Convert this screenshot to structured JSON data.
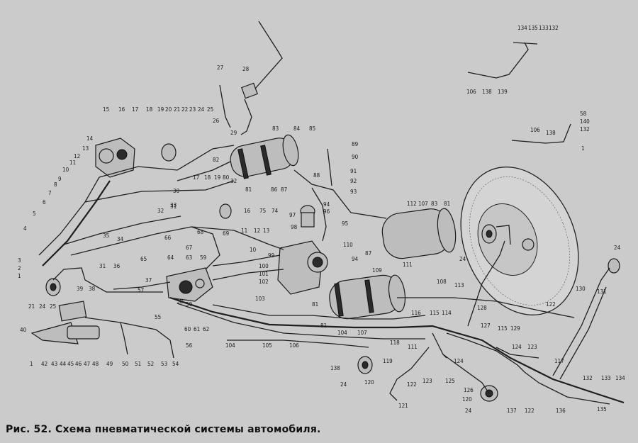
{
  "caption": "Рис. 52. Схема пневматической системы автомобиля.",
  "labels": {
    "l1": "1",
    "l2": "2",
    "l3": "3",
    "l4": "4",
    "l5": "5",
    "l6": "6",
    "l7": "7",
    "l8": "8",
    "l9": "9",
    "l10": "10",
    "l11": "11",
    "l12": "12",
    "l13": "13",
    "l14": "14",
    "l15": "15",
    "l16": "16",
    "l17": "17",
    "l18": "18",
    "l19": "19",
    "l20": "20",
    "l21": "21",
    "l22": "22",
    "l23": "23",
    "l24": "24",
    "l25": "25",
    "l26": "26",
    "l27": "27",
    "l28": "28",
    "l29": "29",
    "l30": "30",
    "l31": "31",
    "l32": "32",
    "l33": "33",
    "l34": "34",
    "l35": "35",
    "l36": "36",
    "l37": "37",
    "l38": "38",
    "l39": "39",
    "l40": "40",
    "l42": "42",
    "l43": "43",
    "l44": "44",
    "l45": "45",
    "l46": "46",
    "l47": "47",
    "l48": "48",
    "l49": "49",
    "l50": "50",
    "l51": "51",
    "l52": "52",
    "l53": "53",
    "l54": "54",
    "l55": "55",
    "l56": "56",
    "l57": "57",
    "l58": "58",
    "l59": "59",
    "l60": "60",
    "l61": "61",
    "l62": "62",
    "l63": "63",
    "l64": "64",
    "l65": "65",
    "l66": "66",
    "l67": "67",
    "l68": "68",
    "l69": "69",
    "l74": "74",
    "l75": "75",
    "l80": "80",
    "l81": "81",
    "l82": "82",
    "l83": "83",
    "l84": "84",
    "l85": "85",
    "l86": "86",
    "l87": "87",
    "l88": "88",
    "l89": "89",
    "l90": "90",
    "l91": "91",
    "l92": "92",
    "l93": "93",
    "l94": "94",
    "l95": "95",
    "l96": "96",
    "l97": "97",
    "l98": "98",
    "l99": "99",
    "l100": "100",
    "l101": "101",
    "l102": "102",
    "l103": "103",
    "l104": "104",
    "l105": "105",
    "l106": "106",
    "l107": "107",
    "l108": "108",
    "l109": "109",
    "l110": "110",
    "l111": "111",
    "l112": "112",
    "l113": "113",
    "l114": "114",
    "l115": "115",
    "l116": "116",
    "l117": "117",
    "l118": "118",
    "l119": "119",
    "l120": "120",
    "l121": "121",
    "l122": "122",
    "l123": "123",
    "l124": "124",
    "l125": "125",
    "l126": "126",
    "l127": "127",
    "l128": "128",
    "l129": "129",
    "l130": "130",
    "l131": "131",
    "l132": "132",
    "l133": "133",
    "l134": "134",
    "l135": "135",
    "l136": "136",
    "l137": "137",
    "l138": "138",
    "l139": "139",
    "l140": "140"
  }
}
